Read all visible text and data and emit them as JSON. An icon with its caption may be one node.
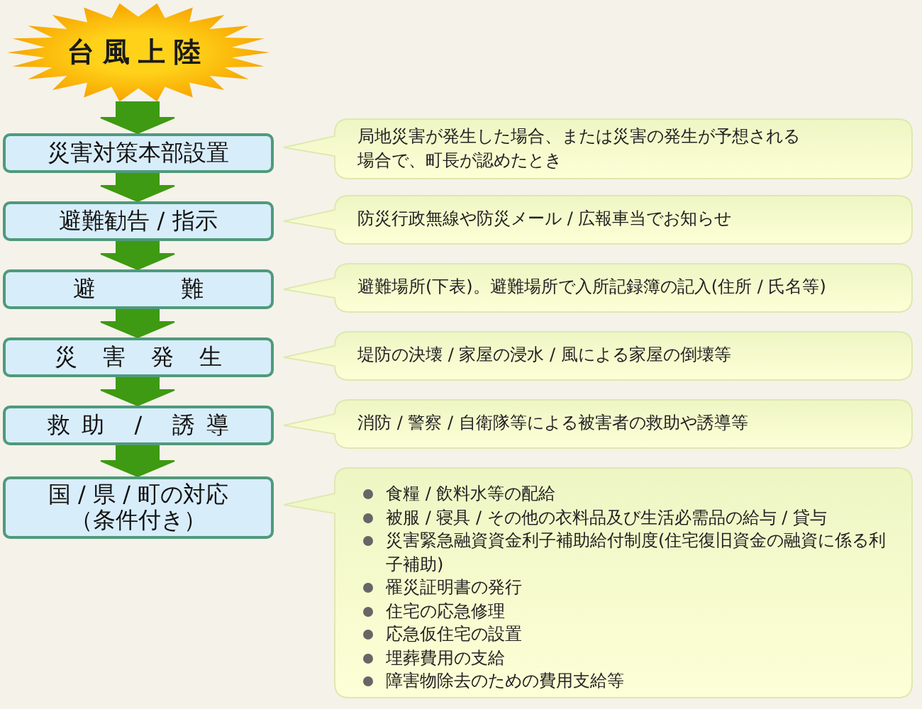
{
  "diagram": {
    "nodes": [
      {
        "text": [
          "台風上陸"
        ]
      },
      {
        "text": [
          "災害対策本部設置"
        ]
      },
      {
        "text": [
          "避難勧告 / 指示"
        ]
      },
      {
        "text": [
          "避難"
        ]
      },
      {
        "text": [
          "災害発生"
        ]
      },
      {
        "text": [
          "救助 / 誘導"
        ]
      },
      {
        "text": [
          "国 / 県 / 町の対応（条件付き）"
        ]
      },
      {
        "text": [
          "局地災害が発生した場合、または災害の発生が予想される場合で、町長が認めたとき"
        ]
      },
      {
        "text": [
          "防災行政無線や防災メール / 広報車当でお知らせ"
        ]
      },
      {
        "text": [
          "避難場所(下表)。避難場所で入所記録簿の記入(住所 / 氏名等)"
        ]
      },
      {
        "text": [
          "堤防の決壊 / 家屋の浸水 / 風による家屋の倒壊等"
        ]
      },
      {
        "text": [
          "消防 / 警察 / 自衛隊等による被害者の救助や誘導等"
        ]
      },
      {
        "text": [
          "食糧 / 飲料水等の配給",
          "被服 / 寝具 / その他の衣料品及び生活必需品の給与 / 貸与",
          "災害緊急融資資金利子補助給付制度(住宅復旧資金の融資に係る利子補助)",
          "罹災証明書の発行",
          "住宅の応急修理",
          "応急仮住宅の設置",
          "埋葬費用の支給",
          "障害物除去のための費用支給等"
        ]
      }
    ],
    "edges": [
      {
        "from": 0,
        "to": 1,
        "arrow": "to",
        "style": "thick"
      },
      {
        "from": 1,
        "to": 2,
        "arrow": "to",
        "style": "thick"
      },
      {
        "from": 2,
        "to": 3,
        "arrow": "to",
        "style": "thick"
      },
      {
        "from": 3,
        "to": 4,
        "arrow": "to",
        "style": "thick"
      },
      {
        "from": 4,
        "to": 5,
        "arrow": "to",
        "style": "thick"
      },
      {
        "from": 5,
        "to": 6,
        "arrow": "to",
        "style": "thick"
      }
    ]
  }
}
